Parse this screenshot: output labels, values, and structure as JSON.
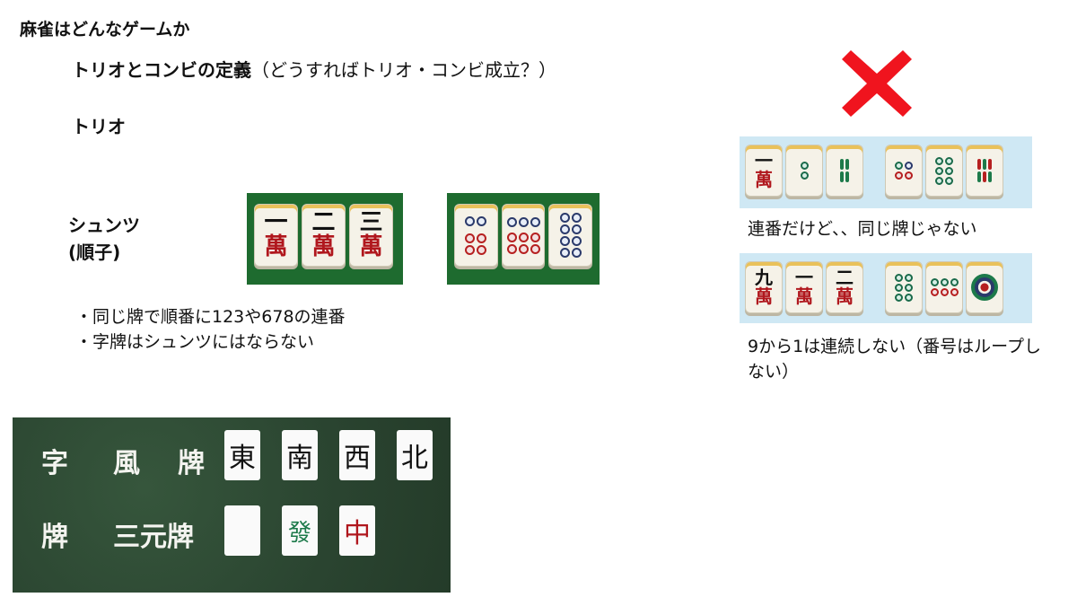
{
  "title": "麻雀はどんなゲームか",
  "subtitle": {
    "bold": "トリオとコンビの定義",
    "rest": "（どうすればトリオ・コンビ成立？）"
  },
  "trio_heading": "トリオ",
  "shuntsu": {
    "line1": "シュンツ",
    "line2": "(順子)"
  },
  "bullets": [
    "・同じ牌で順番に123や678の連番",
    "・字牌はシュンツにはならない"
  ],
  "man_tiles": [
    {
      "num": "一",
      "suit": "萬"
    },
    {
      "num": "二",
      "suit": "萬"
    },
    {
      "num": "三",
      "suit": "萬"
    }
  ],
  "bad_example_1_man": {
    "num": "一",
    "suit": "萬"
  },
  "bad_example_2_man": [
    {
      "num": "九",
      "suit": "萬"
    },
    {
      "num": "一",
      "suit": "萬"
    },
    {
      "num": "二",
      "suit": "萬"
    }
  ],
  "caption1": "連番だけど、、同じ牌じゃない",
  "caption2": "9から1は連続しない（番号はループしない）",
  "board": {
    "col_label_1": "字",
    "col_label_2": "牌",
    "wind_label": [
      "風",
      "牌"
    ],
    "dragon_label": "三元牌",
    "winds": [
      "東",
      "南",
      "西",
      "北"
    ],
    "dragons": [
      "",
      "發",
      "中"
    ]
  },
  "colors": {
    "cross": "#f0141e",
    "board": "#2d4a33",
    "tile_green_bg": "#1e6b2f",
    "tile_blue_bg": "#cfe8f4",
    "man_red": "#b0171d"
  }
}
